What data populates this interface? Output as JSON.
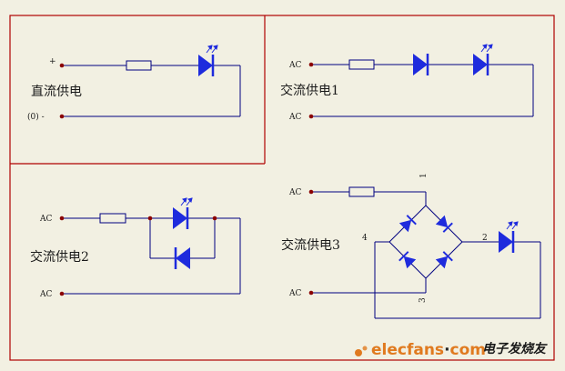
{
  "labels": {
    "plus": "+",
    "zero_minus": "(0) -",
    "ac": "AC",
    "dc_supply": "直流供电",
    "ac_supply_1": "交流供电1",
    "ac_supply_2": "交流供电2",
    "ac_supply_3": "交流供电3",
    "bridge_node_1": "1",
    "bridge_node_2": "2",
    "bridge_node_3": "3",
    "bridge_node_4": "4"
  },
  "watermark": {
    "site_prefix": "elecfans",
    "site_dot": "·",
    "site_suffix": "com",
    "chinese": "电子发烧友"
  },
  "colors": {
    "background": "#F2F0E2",
    "border": "#B00000",
    "wire": "#000080",
    "component": "#1E2BDD",
    "terminal": "#8B0000",
    "watermark_orange": "#E07A1F",
    "watermark_black": "#222222"
  }
}
